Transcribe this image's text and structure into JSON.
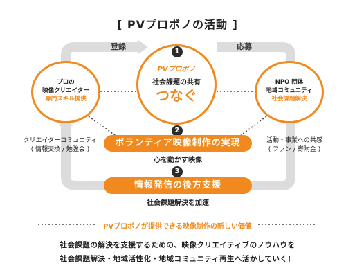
{
  "title": "[ PVプロボノの活動 ]",
  "arrow_labels": {
    "left": "登録",
    "right": "応募"
  },
  "step_numbers": [
    "1",
    "2",
    "3"
  ],
  "left_circle": {
    "line1": "プロの",
    "line2": "映像クリエイター",
    "accent": "専門スキル提供"
  },
  "center_circle": {
    "logo": "PVプロボノ",
    "sub": "社会課題の共有",
    "main": "つなぐ"
  },
  "right_circle": {
    "line1": "NPO 団体",
    "line2": "地域コミュニティ",
    "accent": "社会課題解決"
  },
  "step2": {
    "banner": "ボランティア映像制作の実現",
    "sub": "心を動かす映像"
  },
  "step3": {
    "banner": "情報発信の後方支援",
    "sub": "社会課題解決を加速"
  },
  "left_side": {
    "line1": "クリエイターコミュニティ",
    "line2": "( 情報交換 / 勉強会 )"
  },
  "right_side": {
    "line1": "活動・事業への共感",
    "line2": "( ファン / 寄附金 )"
  },
  "bottom": {
    "heading": "PVプロボノが提供できる映像制作の新しい価値",
    "line1": "社会課題の解決を支援するための、映像クリエイティブのノウハウを",
    "line2": "社会課題解決・地域活性化・地域コミュニティ再生へ活かしていく！"
  },
  "colors": {
    "accent": "#f08a1e",
    "loop": "#d9d9d9",
    "dark": "#2b2b2b"
  },
  "icons": [
    "arrow-right-icon",
    "dotted-connector"
  ]
}
